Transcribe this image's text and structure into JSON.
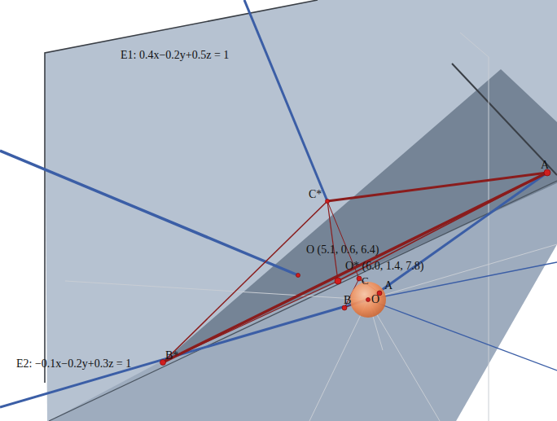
{
  "diagram": {
    "labels": [
      "E1: 0.4x−0.2y+0.5z = 1",
      "E2: −0.1x−0.2y+0.3z = 1",
      "A",
      "C*",
      "O (5.1, 0.6, 6.4)",
      "O* (6.0, 1.4, 7.8)",
      "C",
      "O",
      "A",
      "B",
      "B*"
    ]
  }
}
